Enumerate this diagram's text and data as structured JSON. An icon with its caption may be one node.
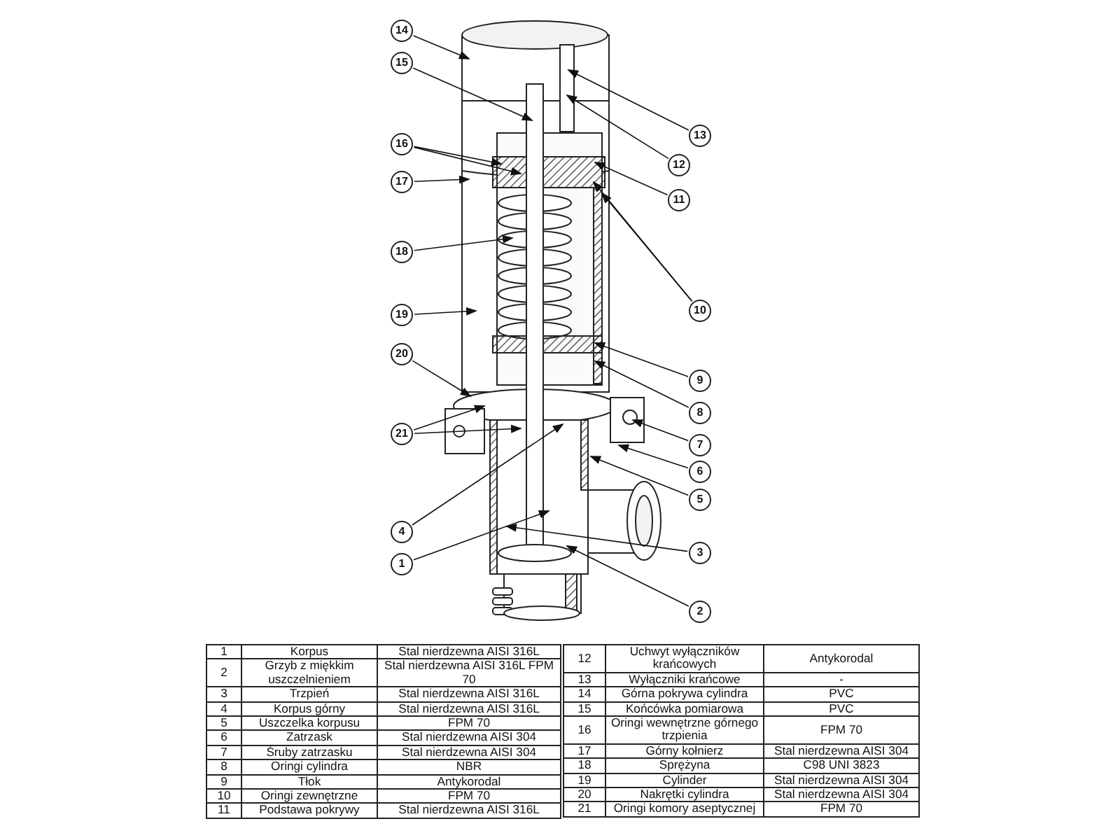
{
  "diagram": {
    "nodes": [
      {
        "text": [
          "14"
        ]
      },
      {
        "text": [
          "15"
        ]
      },
      {
        "text": [
          "13"
        ]
      },
      {
        "text": [
          "16"
        ]
      },
      {
        "text": [
          "12"
        ]
      },
      {
        "text": [
          "17"
        ]
      },
      {
        "text": [
          "11"
        ]
      },
      {
        "text": [
          "18"
        ]
      },
      {
        "text": [
          "10"
        ]
      },
      {
        "text": [
          "19"
        ]
      },
      {
        "text": [
          "20"
        ]
      },
      {
        "text": [
          "9"
        ]
      },
      {
        "text": [
          "8"
        ]
      },
      {
        "text": [
          "21"
        ]
      },
      {
        "text": [
          "7"
        ]
      },
      {
        "text": [
          "6"
        ]
      },
      {
        "text": [
          "5"
        ]
      },
      {
        "text": [
          "4"
        ]
      },
      {
        "text": [
          "3"
        ]
      },
      {
        "text": [
          "1"
        ]
      },
      {
        "text": [
          "2"
        ]
      }
    ],
    "edges": [
      {
        "from": 0,
        "to": null,
        "arrow": "to"
      },
      {
        "from": 1,
        "to": null,
        "arrow": "to"
      },
      {
        "from": 2,
        "to": null,
        "arrow": "to"
      },
      {
        "from": 3,
        "to": null,
        "arrow": "to"
      },
      {
        "from": 3,
        "to": null,
        "arrow": "to"
      },
      {
        "from": 4,
        "to": null,
        "arrow": "to"
      },
      {
        "from": 5,
        "to": null,
        "arrow": "to"
      },
      {
        "from": 6,
        "to": null,
        "arrow": "to"
      },
      {
        "from": 7,
        "to": null,
        "arrow": "to"
      },
      {
        "from": 8,
        "to": null,
        "arrow": "to"
      },
      {
        "from": 8,
        "to": null,
        "arrow": "to"
      },
      {
        "from": 9,
        "to": null,
        "arrow": "to"
      },
      {
        "from": 10,
        "to": null,
        "arrow": "to"
      },
      {
        "from": 11,
        "to": null,
        "arrow": "to"
      },
      {
        "from": 12,
        "to": null,
        "arrow": "to"
      },
      {
        "from": 13,
        "to": null,
        "arrow": "to"
      },
      {
        "from": 13,
        "to": null,
        "arrow": "to"
      },
      {
        "from": 14,
        "to": null,
        "arrow": "to"
      },
      {
        "from": 15,
        "to": null,
        "arrow": "to"
      },
      {
        "from": 16,
        "to": null,
        "arrow": "to"
      },
      {
        "from": 17,
        "to": null,
        "arrow": "to"
      },
      {
        "from": 18,
        "to": null,
        "arrow": "to"
      },
      {
        "from": 19,
        "to": null,
        "arrow": "to"
      },
      {
        "from": 20,
        "to": null,
        "arrow": "to"
      }
    ],
    "labels": [
      "1",
      "Korpus",
      "Stal nierdzewna AISI 316L",
      "2",
      "Grzyb z miękkim uszczelnieniem",
      "Stal nierdzewna AISI 316L FPM 70",
      "3",
      "Trzpień",
      "Stal nierdzewna AISI 316L",
      "4",
      "Korpus górny",
      "Stal nierdzewna AISI 316L",
      "5",
      "Uszczelka korpusu",
      "FPM 70",
      "6",
      "Zatrzask",
      "Stal nierdzewna AISI 304",
      "7",
      "Śruby zatrzasku",
      "Stal nierdzewna AISI 304",
      "8",
      "Oringi cylindra",
      "NBR",
      "9",
      "Tłok",
      "Antykorodal",
      "10",
      "Oringi zewnętrzne",
      "FPM 70",
      "11",
      "Podstawa pokrywy",
      "Stal nierdzewna AISI 316L",
      "12",
      "Uchwyt wyłączników krańcowych",
      "Antykorodal",
      "13",
      "Wyłączniki krańcowe",
      "-",
      "14",
      "Górna pokrywa cylindra",
      "PVC",
      "15",
      "Końcówka pomiarowa",
      "PVC",
      "16",
      "Oringi wewnętrzne górnego trzpienia",
      "FPM 70",
      "17",
      "Górny kołnierz",
      "Stal nierdzewna AISI 304",
      "18",
      "Sprężyna",
      "C98 UNI 3823",
      "19",
      "Cylinder",
      "Stal nierdzewna AISI 304",
      "20",
      "Nakrętki cylindra",
      "Stal nierdzewna AISI 304",
      "21",
      "Oringi komory aseptycznej",
      "FPM 70"
    ]
  }
}
